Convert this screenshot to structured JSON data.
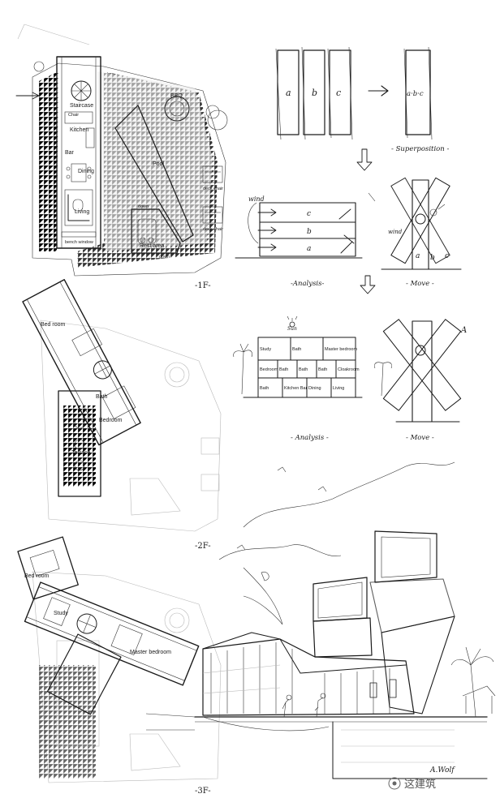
{
  "plan_1f": {
    "floor_label": "-1F-",
    "rooms": {
      "stair": "Staircase",
      "kitchen": "Kitchen",
      "chair": "Chair",
      "bar": "Bar",
      "dining": "Dining",
      "living": "Living",
      "bench_window": "bench window",
      "bbq": "BBQ",
      "pool": "Pool",
      "rest_area": "Rest area",
      "down_1": "down",
      "down_2": "down",
      "deck_chair_1": "deck chair",
      "deck_chair_2": "deck chair"
    }
  },
  "plan_2f": {
    "floor_label": "-2F-",
    "rooms": {
      "bedroom": "Bed room",
      "bath": "Bath",
      "bedroom_2": "Bedroom",
      "terrace": "Terrace"
    }
  },
  "plan_3f": {
    "floor_label": "-3F-",
    "rooms": {
      "bedroom": "Bed room",
      "study": "Study",
      "master_bedroom": "Master bedroom"
    }
  },
  "superposition": {
    "strips": [
      "a",
      "b",
      "c"
    ],
    "result": "a·b·c",
    "caption": "- Superposition -"
  },
  "analysis_1": {
    "caption": "-Analysis-",
    "wind_label": "wind",
    "layers": [
      "c",
      "b",
      "a"
    ]
  },
  "move_1": {
    "caption": "- Move -",
    "wind_label": "wind",
    "letters": [
      "a",
      "b",
      "c"
    ]
  },
  "analysis_2": {
    "caption": "- Analysis -",
    "sun_label": "Sun",
    "rooms": [
      "Study",
      "Bath",
      "Master bedroom",
      "Bedroom",
      "Bath",
      "Bath",
      "Bath",
      "Cloakroom",
      "Bath",
      "Kitchen Bar",
      "Dining",
      "Living"
    ]
  },
  "move_2": {
    "caption": "- Move -",
    "north_mark": "A"
  },
  "watermark": {
    "text": "这建筑",
    "signature": "A.Wolf"
  }
}
